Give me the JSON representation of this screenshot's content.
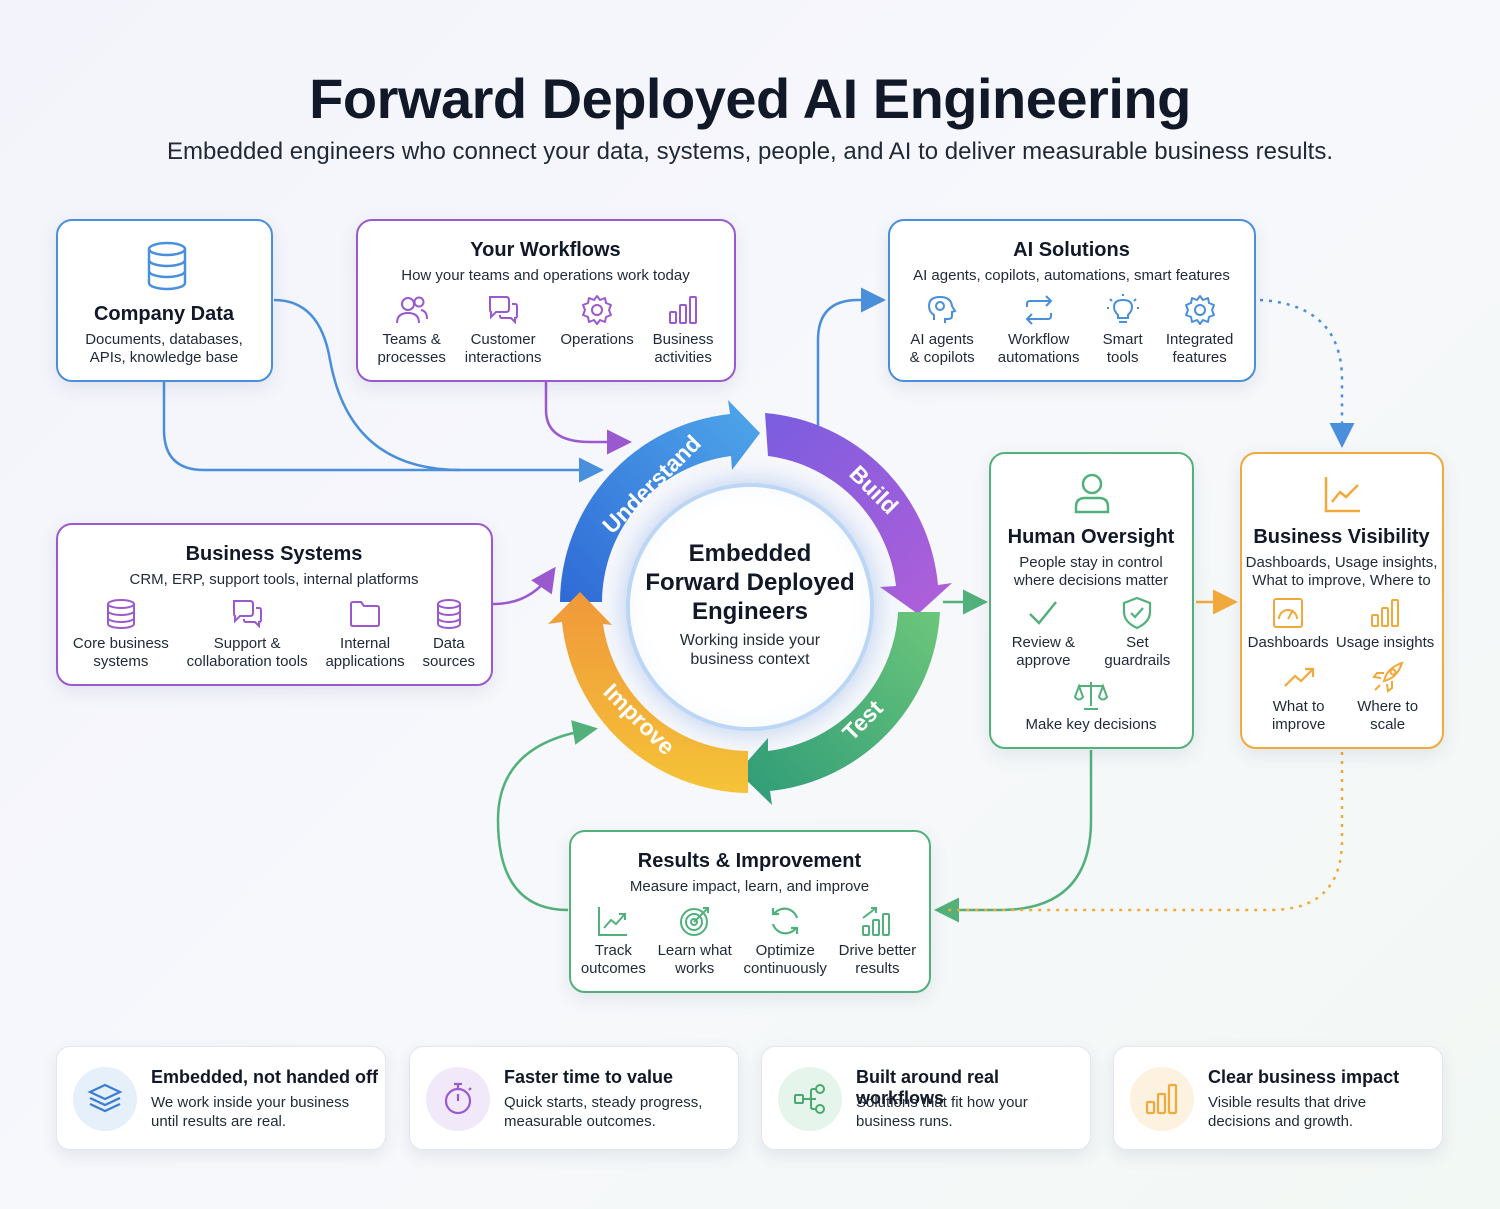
{
  "header": {
    "title": "Forward Deployed AI Engineering",
    "subtitle": "Embedded engineers who connect your data, systems, people, and AI to deliver measurable business results."
  },
  "colors": {
    "blue": "#4a8fdc",
    "purple": "#9b59d0",
    "green": "#52b17a",
    "orange": "#f2a93b",
    "text": "#111827"
  },
  "company_data": {
    "title": "Company Data",
    "subtitle_1": "Documents, databases,",
    "subtitle_2": "APIs, knowledge base",
    "icon": "database-icon"
  },
  "workflows": {
    "title": "Your Workflows",
    "subtitle": "How your teams and operations work today",
    "items": [
      {
        "l1": "Teams &",
        "l2": "processes",
        "icon": "users-icon"
      },
      {
        "l1": "Customer",
        "l2": "interactions",
        "icon": "chat-icon"
      },
      {
        "l1": "Operations",
        "l2": "",
        "icon": "gear-icon"
      },
      {
        "l1": "Business",
        "l2": "activities",
        "icon": "bar-chart-icon"
      }
    ]
  },
  "ai_solutions": {
    "title": "AI Solutions",
    "subtitle": "AI agents, copilots, automations, smart features",
    "items": [
      {
        "l1": "AI agents",
        "l2": "& copilots",
        "icon": "brain-icon"
      },
      {
        "l1": "Workflow",
        "l2": "automations",
        "icon": "repeat-icon"
      },
      {
        "l1": "Smart",
        "l2": "tools",
        "icon": "lightbulb-icon"
      },
      {
        "l1": "Integrated",
        "l2": "features",
        "icon": "gear-icon"
      }
    ]
  },
  "business_systems": {
    "title": "Business Systems",
    "subtitle": "CRM, ERP, support tools, internal platforms",
    "items": [
      {
        "l1": "Core business",
        "l2": "systems",
        "icon": "database-icon"
      },
      {
        "l1": "Support &",
        "l2": "collaboration tools",
        "icon": "chat-icon"
      },
      {
        "l1": "Internal",
        "l2": "applications",
        "icon": "folder-icon"
      },
      {
        "l1": "Data",
        "l2": "sources",
        "icon": "database-icon"
      }
    ]
  },
  "center": {
    "title_1": "Embedded",
    "title_2": "Forward Deployed",
    "title_3": "Engineers",
    "subtitle_1": "Working inside your",
    "subtitle_2": "business context"
  },
  "cycle": {
    "understand": "Understand",
    "build": "Build",
    "test": "Test",
    "improve": "Improve"
  },
  "human_oversight": {
    "title": "Human Oversight",
    "subtitle_1": "People stay in control",
    "subtitle_2": "where decisions matter",
    "icon": "user-icon",
    "items": [
      {
        "l1": "Review &",
        "l2": "approve",
        "icon": "check-icon"
      },
      {
        "l1": "Set",
        "l2": "guardrails",
        "icon": "shield-icon"
      }
    ],
    "bottom_item": {
      "l1": "Make key decisions",
      "icon": "scale-icon"
    }
  },
  "business_visibility": {
    "title": "Business Visibility",
    "subtitle_1": "Dashboards, Usage insights,",
    "subtitle_2": "What to improve, Where to",
    "icon": "line-chart-icon",
    "items": [
      {
        "l1": "Dashboards",
        "l2": "",
        "icon": "gauge-icon"
      },
      {
        "l1": "Usage insights",
        "l2": "",
        "icon": "bar-chart-icon"
      },
      {
        "l1": "What to",
        "l2": "improve",
        "icon": "trend-up-icon"
      },
      {
        "l1": "Where to",
        "l2": "scale",
        "icon": "rocket-icon"
      }
    ]
  },
  "results": {
    "title": "Results & Improvement",
    "subtitle": "Measure impact, learn, and improve",
    "items": [
      {
        "l1": "Track",
        "l2": "outcomes",
        "icon": "trend-chart-icon"
      },
      {
        "l1": "Learn what",
        "l2": "works",
        "icon": "target-icon"
      },
      {
        "l1": "Optimize",
        "l2": "continuously",
        "icon": "refresh-icon"
      },
      {
        "l1": "Drive better",
        "l2": "results",
        "icon": "growth-bars-icon"
      }
    ]
  },
  "features": [
    {
      "title": "Embedded, not handed off",
      "l1": "We work inside your business",
      "l2": "until results are real.",
      "icon": "layers-icon"
    },
    {
      "title": "Faster time to value",
      "l1": "Quick starts, steady progress,",
      "l2": "measurable outcomes.",
      "icon": "stopwatch-icon"
    },
    {
      "title": "Built around real workflows",
      "l1": "Solutions that fit how your",
      "l2": "business runs.",
      "icon": "flow-icon"
    },
    {
      "title": "Clear business impact",
      "l1": "Visible results that drive",
      "l2": "decisions and growth.",
      "icon": "bar-chart-icon"
    }
  ]
}
